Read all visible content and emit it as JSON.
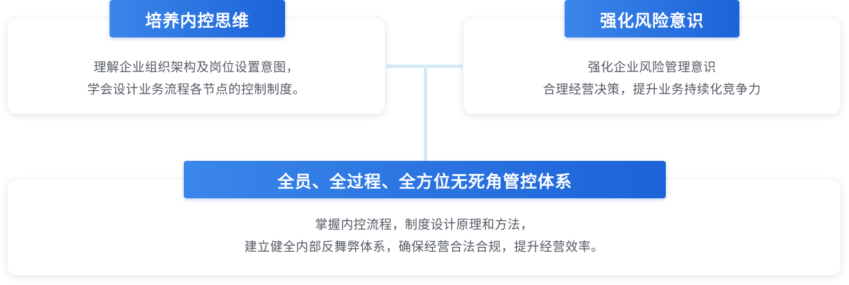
{
  "top_left": {
    "title": "培养内控思维",
    "lines": [
      "理解企业组织架构及岗位设置意图，",
      "学会设计业务流程各节点的控制制度。"
    ]
  },
  "top_right": {
    "title": "强化风险意识",
    "lines": [
      "强化企业风险管理意识",
      "合理经营决策，提升业务持续化竞争力"
    ]
  },
  "bottom": {
    "title": "全员、全过程、全方位无死角管控体系",
    "lines": [
      "掌握内控流程，制度设计原理和方法，",
      "建立健全内部反舞弊体系，确保经营合法合规，提升经营效率。"
    ]
  },
  "colors": {
    "tag_gradient_start": "#3a86ea",
    "tag_gradient_end": "#1c63d8",
    "connector": "#d6ebf9",
    "body_text": "#555a64"
  }
}
